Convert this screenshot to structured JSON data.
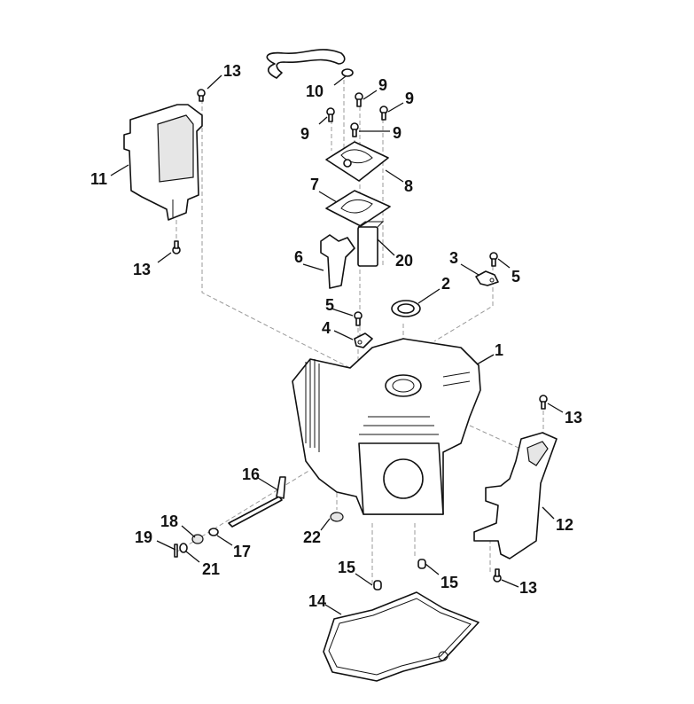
{
  "diagram": {
    "title": "Engine crankcase assembly exploded view",
    "callouts": [
      {
        "id": "c1",
        "label": "1",
        "part": "crankcase"
      },
      {
        "id": "c2",
        "label": "2",
        "part": "oil-seal"
      },
      {
        "id": "c3",
        "label": "3",
        "part": "bracket"
      },
      {
        "id": "c4",
        "label": "4",
        "part": "clip"
      },
      {
        "id": "c5a",
        "label": "5",
        "part": "screw"
      },
      {
        "id": "c5b",
        "label": "5",
        "part": "screw"
      },
      {
        "id": "c6",
        "label": "6",
        "part": "baffle"
      },
      {
        "id": "c7",
        "label": "7",
        "part": "gasket"
      },
      {
        "id": "c8",
        "label": "8",
        "part": "breather-cover"
      },
      {
        "id": "c9a",
        "label": "9",
        "part": "screw"
      },
      {
        "id": "c9b",
        "label": "9",
        "part": "screw"
      },
      {
        "id": "c9c",
        "label": "9",
        "part": "screw"
      },
      {
        "id": "c9d",
        "label": "9",
        "part": "screw"
      },
      {
        "id": "c10",
        "label": "10",
        "part": "breather-hose"
      },
      {
        "id": "c11",
        "label": "11",
        "part": "cylinder-shroud"
      },
      {
        "id": "c12",
        "label": "12",
        "part": "side-shroud"
      },
      {
        "id": "c13a",
        "label": "13",
        "part": "screw"
      },
      {
        "id": "c13b",
        "label": "13",
        "part": "screw"
      },
      {
        "id": "c13c",
        "label": "13",
        "part": "screw"
      },
      {
        "id": "c13d",
        "label": "13",
        "part": "screw"
      },
      {
        "id": "c14",
        "label": "14",
        "part": "crankcase-gasket"
      },
      {
        "id": "c15a",
        "label": "15",
        "part": "dowel-pin"
      },
      {
        "id": "c15b",
        "label": "15",
        "part": "dowel-pin"
      },
      {
        "id": "c16",
        "label": "16",
        "part": "pin"
      },
      {
        "id": "c17",
        "label": "17",
        "part": "washer"
      },
      {
        "id": "c18",
        "label": "18",
        "part": "seal"
      },
      {
        "id": "c19",
        "label": "19",
        "part": "clip"
      },
      {
        "id": "c20",
        "label": "20",
        "part": "filter-element"
      },
      {
        "id": "c21",
        "label": "21",
        "part": "washer"
      },
      {
        "id": "c22",
        "label": "22",
        "part": "plug"
      }
    ]
  }
}
